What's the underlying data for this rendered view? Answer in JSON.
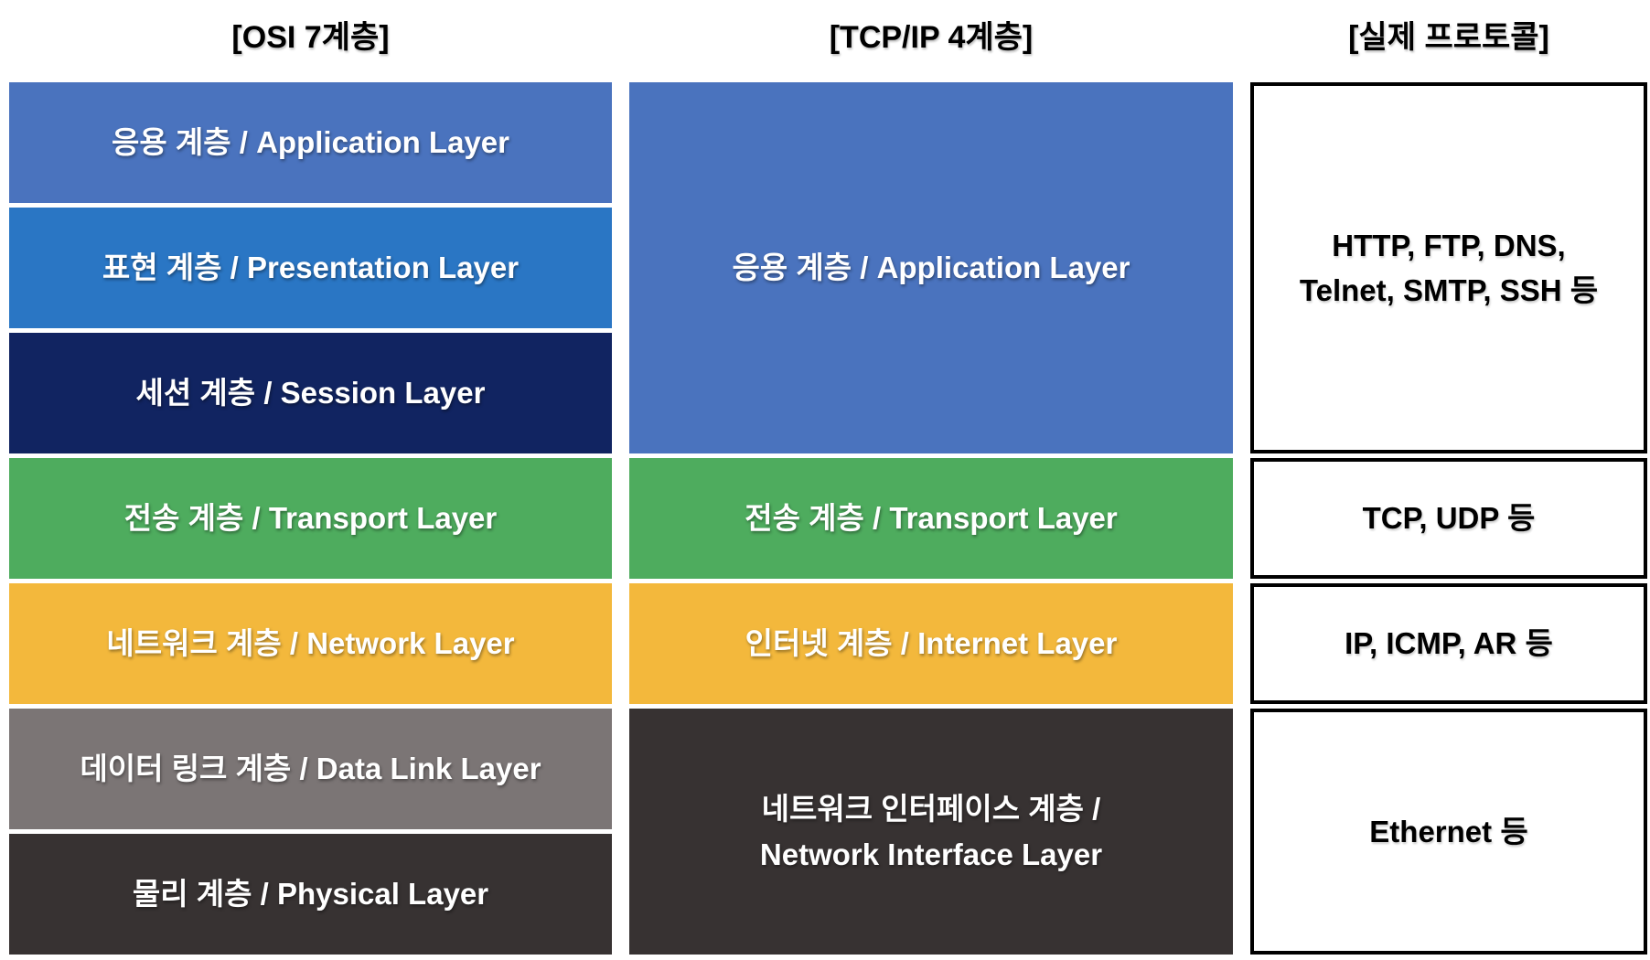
{
  "headers": {
    "osi": "[OSI 7계층]",
    "tcpip": "[TCP/IP 4계층]",
    "protocols": "[실제 프로토콜]"
  },
  "colors": {
    "application_blue": "#4A73BE",
    "presentation_blue": "#2A76C4",
    "session_navy": "#112461",
    "transport_green": "#4EAC5E",
    "network_yellow": "#F3B83C",
    "datalink_gray": "#7B7575",
    "physical_dark": "#373232",
    "protocol_border": "#000000",
    "protocol_bg": "#FFFFFF"
  },
  "osi_layers": [
    {
      "label": "응용 계층 / Application Layer",
      "color": "#4A73BE",
      "row": 1
    },
    {
      "label": "표현 계층 / Presentation Layer",
      "color": "#2A76C4",
      "row": 2
    },
    {
      "label": "세션 계층 / Session Layer",
      "color": "#112461",
      "row": 3
    },
    {
      "label": "전송 계층 / Transport Layer",
      "color": "#4EAC5E",
      "row": 4
    },
    {
      "label": "네트워크 계층 / Network Layer",
      "color": "#F3B83C",
      "row": 5
    },
    {
      "label": "데이터 링크 계층 / Data Link Layer",
      "color": "#7B7575",
      "row": 6
    },
    {
      "label": "물리 계층 / Physical Layer",
      "color": "#373232",
      "row": 7
    }
  ],
  "tcpip_layers": [
    {
      "label": "응용 계층 / Application Layer",
      "color": "#4A73BE",
      "span": [
        1,
        3
      ]
    },
    {
      "label": "전송 계층 / Transport Layer",
      "color": "#4EAC5E",
      "span": [
        4,
        4
      ]
    },
    {
      "label": "인터넷 계층 / Internet Layer",
      "color": "#F3B83C",
      "span": [
        5,
        5
      ]
    },
    {
      "label": "네트워크 인터페이스 계층 /\nNetwork Interface Layer",
      "color": "#373232",
      "span": [
        6,
        7
      ]
    }
  ],
  "protocol_boxes": [
    {
      "label": "HTTP, FTP, DNS,\nTelnet, SMTP, SSH 등",
      "span": [
        1,
        3
      ]
    },
    {
      "label": "TCP, UDP 등",
      "span": [
        4,
        4
      ]
    },
    {
      "label": "IP, ICMP, AR 등",
      "span": [
        5,
        5
      ]
    },
    {
      "label": "Ethernet 등",
      "span": [
        6,
        7
      ]
    }
  ]
}
